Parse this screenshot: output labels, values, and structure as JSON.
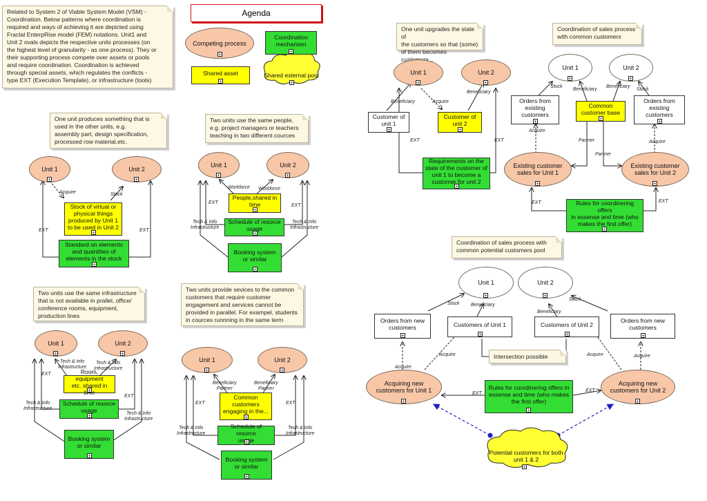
{
  "agenda": {
    "title": "Agenda",
    "competing": "Competing process",
    "coordination": "Coordination\nmechanism",
    "shared_asset": "Shared asset",
    "shared_pool": "Shared external pool"
  },
  "intro": "Related to System 2 of Viable System Model (VSM) -\nCoordination. Below patterns where coordination is\nrequired and ways of achieving it are depicted using\nFractal EnterpRise model (FEM) notations. Unit1 and\nUnit 2 ovals depicts the respective units processes (on\nthe highest level of granularity - as one process). They or\ntheir supporting process compete over assets or pools\nand require coordination. Coordination is achieved\nthrough special assets, which regulates the conflicts -\ntype EXT (Execution Template), or infrastructure (tools)",
  "expand": "+",
  "unit1": "Unit 1",
  "unit2": "Unit 2",
  "p1": {
    "note": "One unit produces something that is\nused in the other units, e.g.\nassembly part, design specification,\nprocessed row material,etc.",
    "stock_box": "Stock of virtual or\nphysical things\nproduced by Unit 1\nto be used in Unit 2",
    "standard_box": "Standard on elements\nand quantities of\nelements in the stock",
    "acquire": "Acquire",
    "stock": "Stock",
    "ext": "EXT"
  },
  "p2": {
    "note": "Two units use the same people,\ne.g. project managers or teachers\nteaching in two different cources",
    "people_box": "People,shared in\ntime",
    "schedule_box": "Schedule of resorce\nusage",
    "booking_box": "Booking system\nor similar",
    "workforce": "Workforce",
    "ext": "EXT",
    "tech": "Tech & Info\nInfrastructure"
  },
  "p3": {
    "note": "Two units use the same infrastructure\nthat is not available in prallel, office/\nconference rooms, equipment,\nproduction lines",
    "room_box": "Room, equipment\netc. shared in time",
    "schedule_box": "Schedule of resorce\nusage",
    "booking_box": "Booking system\nor similar",
    "ext": "EXT",
    "tech": "Tech & Info\nInfrastructure"
  },
  "p4": {
    "note": "Two units provide sevices to the common\ncustomers that require customer\nengagement and services cannot be\nprovided in parallel. For exampel, students\nin cources runnning in the same term",
    "common_box": "Common\ncustomers\nengaging in the...",
    "schedule_box": "Schedule of resorce\nusage",
    "booking_box": "Booking system\nor similar",
    "bp": "Beneficiary\nPartner",
    "ext": "EXT",
    "tech": "Tech & Info\nInfrastructure"
  },
  "p5": {
    "note": "One unit upgrades the state of\nthe customers so that (some)\nof them becomes customers...",
    "cust1": "Customer of\nunit 1",
    "cust2": "Customer of\nunit 2",
    "req_box": "Requirements on the\nstate of the customer of\nunit 1 to become a\ncustomer for unit 2",
    "beneficiary": "Beneficiary",
    "acquire": "Acquire",
    "ext": "EXT"
  },
  "p6": {
    "note": "Coordination of sales process\nwith common customers",
    "orders1": "Orders from\nexisting\ncustomers",
    "orders2": "Orders from\nexisting\ncustomers",
    "common_base": "Common\ncustomer base",
    "ecs1": "Existing customer\nsales for Unit 1",
    "ecs2": "Existing customer\nsales for Unit 2",
    "rules": "Rules for coordinering offers\nin essense and time (who\nmakes the first offer)",
    "stock": "Stock",
    "beneficiary": "Beneficiary",
    "acquire": "Acquire",
    "partner": "Partner",
    "ext": "EXT"
  },
  "p7": {
    "note": "Coordination of sales process with\ncommon potential customers pool",
    "orders_new1": "Orders from new\ncustomers",
    "orders_new2": "Orders from new\ncustomers",
    "cust_u1": "Customers of Unit 1",
    "cust_u2": "Customers of Unit 2",
    "intersection": "Intersection possible",
    "acq1": "Acquiring new\ncustomers for Unit 1",
    "acq2": "Acquiring new\ncustomers for Unit 2",
    "rules": "Rules for coordinering offers in\nessense and time (who makes\nthe first offer)",
    "potential": "Potential customers for both\nunit 1 & 2",
    "stock": "Stock",
    "beneficiary": "Beneficiary",
    "acquire": "Acquire",
    "ext": "EXT"
  },
  "colors": {
    "green": "#33dd33",
    "yellow": "#ffff00",
    "pink": "#f7c7a8",
    "note": "#fdf8e3",
    "agenda_border": "#d01010",
    "blue_dash": "#2020c0"
  }
}
